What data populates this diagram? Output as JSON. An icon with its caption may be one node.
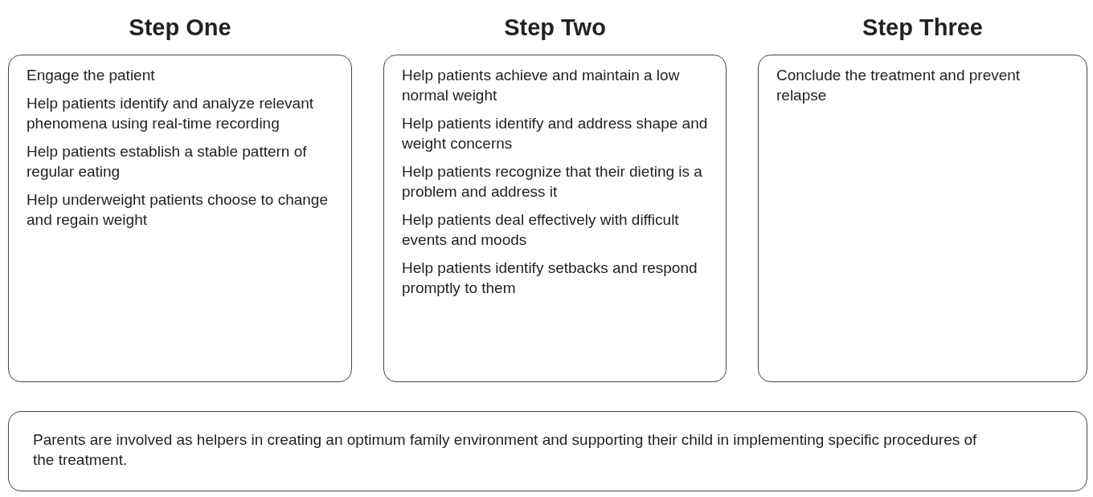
{
  "diagram": {
    "nodes": [
      {
        "text": [
          "Step One",
          "Engage the patient",
          "Help patients identify and analyze relevant phenomena using real-time recording",
          "Help patients establish a stable pattern of regular eating",
          "Help underweight patients choose to change and regain weight"
        ]
      },
      {
        "text": [
          "Step Two",
          "Help patients achieve and maintain a low normal weight",
          "Help patients identify and address shape and weight concerns",
          "Help patients recognize that their dieting is a problem and address it",
          "Help patients deal effectively with difficult events and moods",
          "Help patients identify setbacks and respond promptly to them"
        ]
      },
      {
        "text": [
          "Step Three",
          "Conclude the treatment and prevent relapse"
        ]
      },
      {
        "text": [
          "Parents are involved as helpers in creating an optimum family environment and supporting their child in implementing specific procedures of the treatment."
        ]
      }
    ]
  }
}
